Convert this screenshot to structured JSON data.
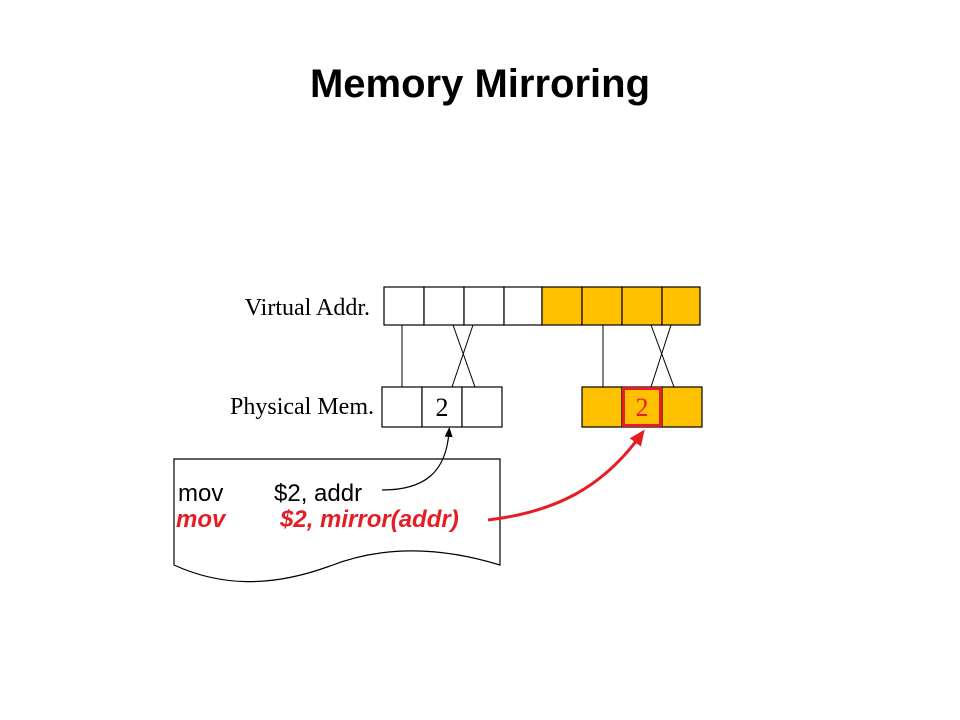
{
  "slide": {
    "title": "Memory Mirroring"
  },
  "labels": {
    "virtual": "Virtual Addr.",
    "physical": "Physical Mem."
  },
  "virtual_cells": {
    "count": 8,
    "highlighted_from": 4
  },
  "physical_low": {
    "cells": [
      "",
      "2",
      ""
    ]
  },
  "physical_high": {
    "cells": [
      "",
      "2",
      ""
    ],
    "emphasized_index": 1
  },
  "code": {
    "line1": {
      "op": "mov",
      "args": "$2, addr"
    },
    "line2": {
      "op": "mov",
      "args": "$2, mirror(addr)"
    }
  },
  "colors": {
    "mirror_fill": "#FFC000",
    "accent": "#E51E25",
    "stroke": "#000000"
  }
}
